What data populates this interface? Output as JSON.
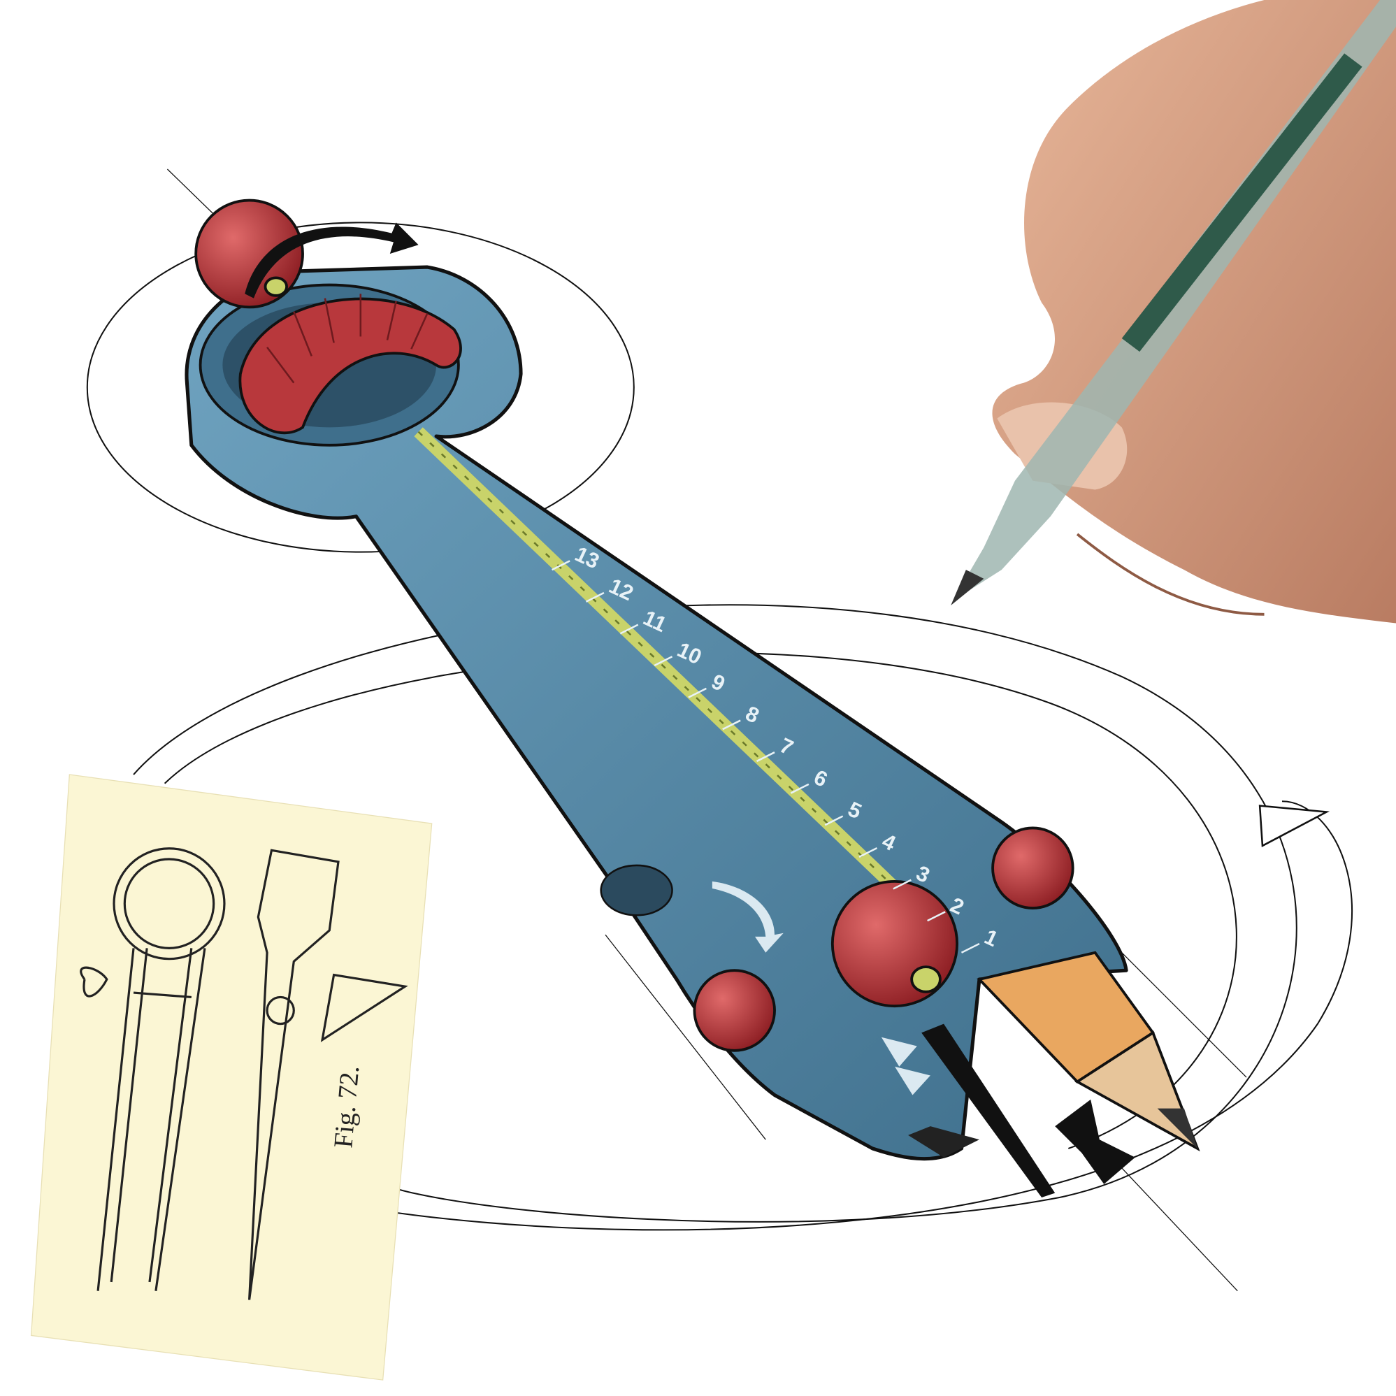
{
  "illustration": {
    "scale_numbers": [
      "13",
      "12",
      "11",
      "10",
      "9",
      "8",
      "7",
      "6",
      "5",
      "4",
      "3",
      "2",
      "1"
    ],
    "inset_caption": "Fig. 72.",
    "colors": {
      "body_blue": "#5b8fae",
      "knob_red": "#b8383c",
      "screw_yellow": "#c9d36a",
      "paper_cream": "#fbf6d4",
      "pencil_wood": "#e9a760"
    }
  }
}
